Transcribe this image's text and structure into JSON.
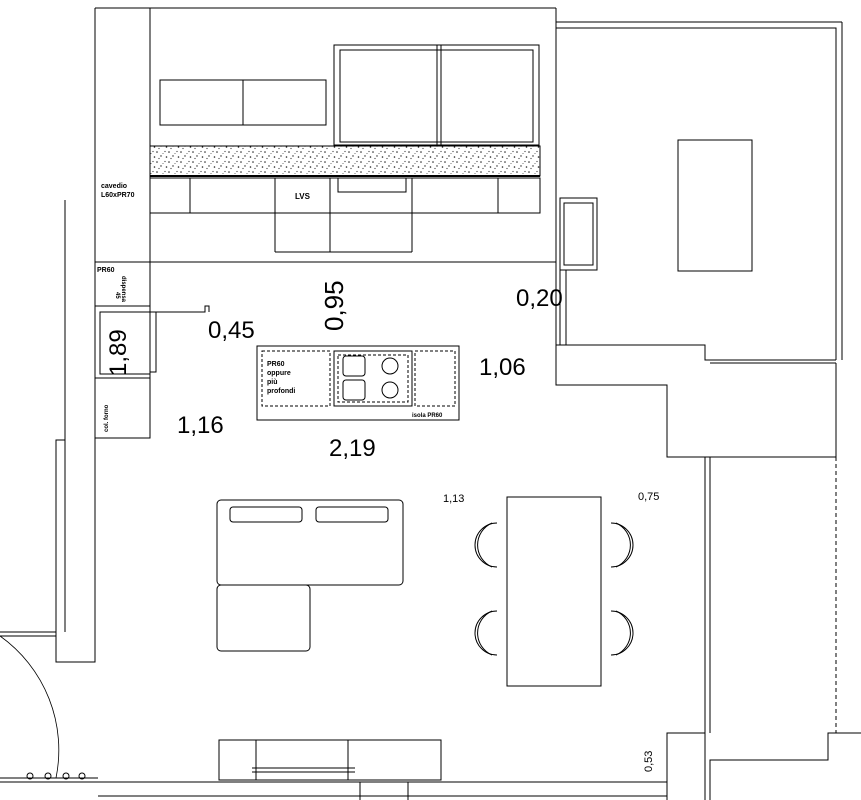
{
  "labels": {
    "cavedio_line1": "cavedio",
    "cavedio_line2": "L60xPR70",
    "lvs": "LVS",
    "pr60": "PR60",
    "dispensa_line1": "dispensa",
    "dispensa_line2": "45",
    "col_forno": "col. forno",
    "island_line1": "PR60",
    "island_line2": "oppure",
    "island_line3": "più",
    "island_line4": "profondi",
    "isola": "isola PR60"
  },
  "dimensions": {
    "d095": "0,95",
    "d020": "0,20",
    "d045": "0,45",
    "d189": "1,89",
    "d106": "1,06",
    "d116": "1,16",
    "d219": "2,19",
    "d113": "1,13",
    "d075": "0,75",
    "d053": "0,53"
  }
}
